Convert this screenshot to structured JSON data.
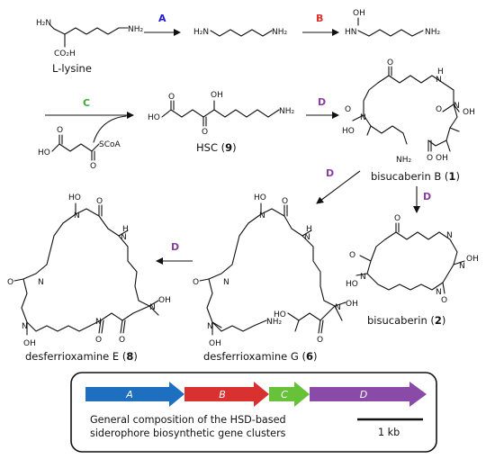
{
  "enzymes": {
    "A": {
      "label": "A",
      "color": "#1f1fd1"
    },
    "B": {
      "label": "B",
      "color": "#e0302a"
    },
    "C": {
      "label": "C",
      "color": "#3caa35"
    },
    "D": {
      "label": "D",
      "color": "#8a3fa0"
    }
  },
  "molecules": {
    "lysine": {
      "name": "L-lysine"
    },
    "hsc": {
      "name": "HSC (",
      "number": "9",
      "close": ")"
    },
    "bisB": {
      "name": "bisucaberin B (",
      "number": "1",
      "close": ")"
    },
    "bis": {
      "name": "bisucaberin (",
      "number": "2",
      "close": ")"
    },
    "desG": {
      "name": "desferrioxamine G (",
      "number": "6",
      "close": ")"
    },
    "desE": {
      "name": "desferrioxamine E (",
      "number": "8",
      "close": ")"
    }
  },
  "atoms": {
    "H2N": "H₂N",
    "NH2": "NH₂",
    "CO2H": "CO₂H",
    "HO": "HO",
    "OH": "OH",
    "O": "O",
    "N": "N",
    "H": "H",
    "NH": "N",
    "SCoA": "SCoA"
  },
  "legend": {
    "genes": [
      {
        "label": "A",
        "color": "#1f6fc1"
      },
      {
        "label": "B",
        "color": "#d93030"
      },
      {
        "label": "C",
        "color": "#67c23a"
      },
      {
        "label": "D",
        "color": "#8a4aa8"
      }
    ],
    "caption_line1": "General composition of the HSD-based",
    "caption_line2": "siderophore biosynthetic gene clusters",
    "scale_label": "1 kb"
  }
}
